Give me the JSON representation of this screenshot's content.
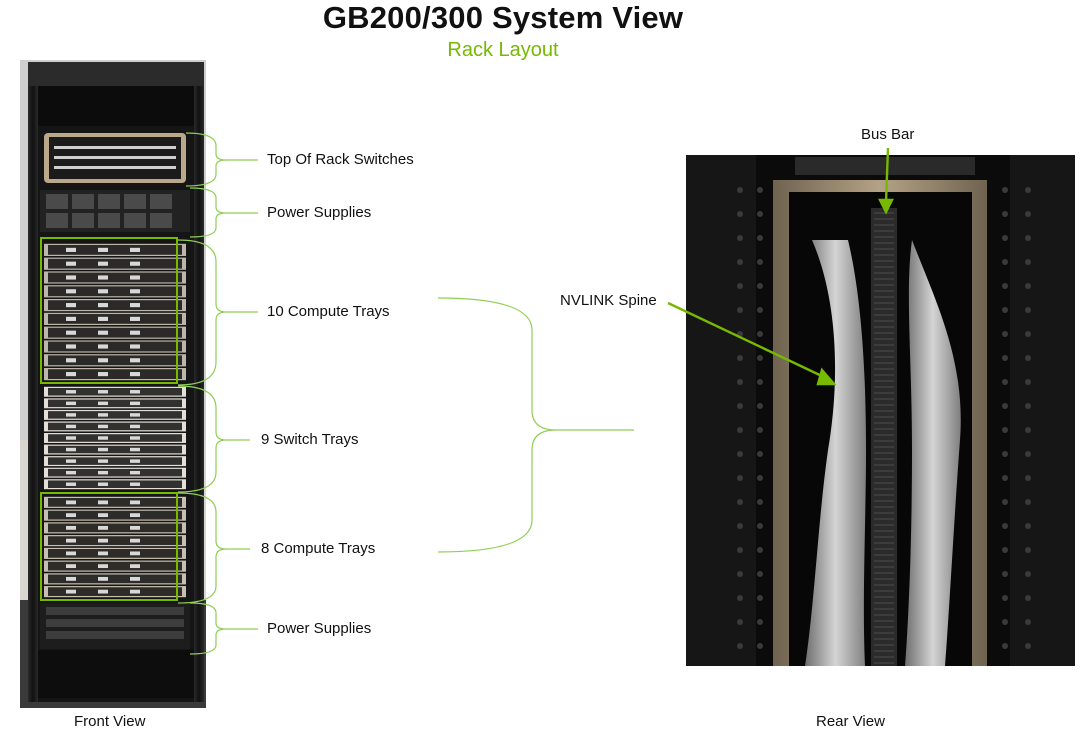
{
  "title": "GB200/300 System View",
  "subtitle": "Rack Layout",
  "front_labels": {
    "top_of_rack": "Top Of Rack Switches",
    "power_top": "Power Supplies",
    "compute_10": "10 Compute Trays",
    "switch_9": "9 Switch Trays",
    "compute_8": "8 Compute Trays",
    "power_bottom": "Power Supplies"
  },
  "rear_labels": {
    "bus_bar": "Bus Bar",
    "nvlink_spine": "NVLINK Spine"
  },
  "captions": {
    "front": "Front View",
    "rear": "Rear View"
  },
  "colors": {
    "accent": "#76b900",
    "bracket": "#8fcf55"
  }
}
